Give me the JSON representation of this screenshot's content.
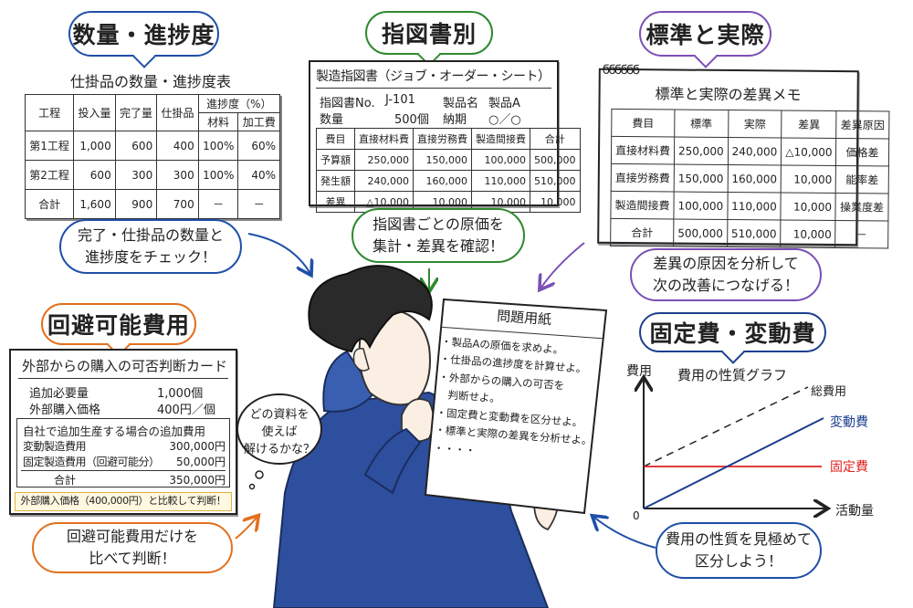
{
  "colors": {
    "blue": "#1f4fa8",
    "green": "#2f8a2f",
    "purple": "#7b4fb5",
    "orange": "#e2701e",
    "navy": "#1d3f8f",
    "red": "#e02020",
    "hoodie": "#2e4f9e"
  },
  "progress": {
    "bubble": "数量・進捗度",
    "title": "仕掛品の数量・進捗度表",
    "header": [
      "工程",
      "投入量",
      "完了量",
      "仕掛品",
      "進捗度（%）",
      "材料",
      "加工費"
    ],
    "rows": [
      [
        "第1工程",
        "1,000",
        "600",
        "400",
        "100%",
        "60%"
      ],
      [
        "第2工程",
        "600",
        "300",
        "300",
        "100%",
        "40%"
      ],
      [
        "合計",
        "1,600",
        "900",
        "700",
        "－",
        "－"
      ]
    ],
    "note": [
      "完了・仕掛品の数量と",
      "進捗度をチェック！"
    ]
  },
  "job_order": {
    "bubble": "指図書別",
    "title": "製造指図書（ジョブ・オーダー・シート）",
    "no_label": "指図書No.",
    "no_value": "J-101",
    "product_label": "製品名",
    "product_value": "製品A",
    "qty_label": "数量",
    "qty_value": "500個",
    "due_label": "納期",
    "due_value": "○／○",
    "header": [
      "費目",
      "直接材料費",
      "直接労務費",
      "製造間接費",
      "合計"
    ],
    "rows": [
      [
        "予算額",
        "250,000",
        "150,000",
        "100,000",
        "500,000"
      ],
      [
        "発生額",
        "240,000",
        "160,000",
        "110,000",
        "510,000"
      ],
      [
        "差異",
        "△10,000",
        "10,000",
        "10,000",
        "10,000"
      ]
    ],
    "note": [
      "指図書ごとの原価を",
      "集計・差異を確認！"
    ]
  },
  "variance": {
    "bubble": "標準と実際",
    "title": "標準と実際の差異メモ",
    "header": [
      "費目",
      "標準",
      "実際",
      "差異",
      "差異原因"
    ],
    "rows": [
      [
        "直接材料費",
        "250,000",
        "240,000",
        "△10,000",
        "価格差"
      ],
      [
        "直接労務費",
        "150,000",
        "160,000",
        "10,000",
        "能率差"
      ],
      [
        "製造間接費",
        "100,000",
        "110,000",
        "10,000",
        "操業度差"
      ],
      [
        "合計",
        "500,000",
        "510,000",
        "10,000",
        "－"
      ]
    ],
    "note": [
      "差異の原因を分析して",
      "次の改善につなげる！"
    ]
  },
  "avoidable": {
    "bubble": "回避可能費用",
    "title": "外部からの購入の可否判断カード",
    "items": [
      {
        "label": "追加必要量",
        "value": "1,000個"
      },
      {
        "label": "外部購入価格",
        "value": "400円／個"
      }
    ],
    "box_title": "自社で追加生産する場合の追加費用",
    "costs": [
      {
        "label": "変動製造費用",
        "value": "300,000円"
      },
      {
        "label": "固定製造費用（回避可能分）",
        "value": "50,000円"
      }
    ],
    "total_label": "合計",
    "total_value": "350,000円",
    "conclusion": "外部購入価格（400,000円）と比較して判断！",
    "note": [
      "回避可能費用だけを",
      "比べて判断！"
    ]
  },
  "thought": [
    "どの資料を",
    "使えば",
    "解けるかな？"
  ],
  "exam": {
    "title": "問題用紙",
    "items": [
      "・製品Aの原価を求めよ。",
      "・仕掛品の進捗度を計算せよ。",
      "・外部からの購入の可否を",
      "　判断せよ。",
      "・固定費と変動費を区分せよ。",
      "・標準と実際の差異を分析せよ。",
      "・・・・"
    ]
  },
  "cost_behavior": {
    "bubble": "固定費・変動費",
    "graph_title": "費用の性質グラフ",
    "y_label": "費用",
    "x_label": "活動量",
    "origin": "0",
    "series": [
      {
        "name": "総費用",
        "style": "dashed"
      },
      {
        "name": "変動費",
        "style": "solid-blue"
      },
      {
        "name": "固定費",
        "style": "solid-red"
      }
    ],
    "note": [
      "費用の性質を見極めて",
      "区分しよう！"
    ]
  }
}
